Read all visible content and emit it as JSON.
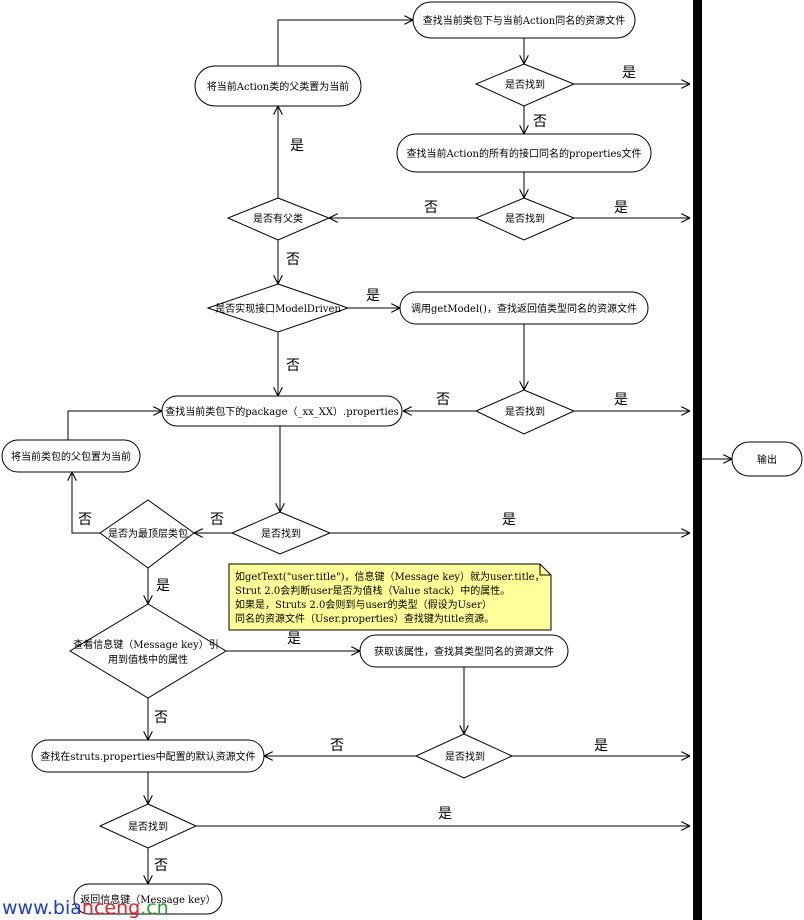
{
  "nodes": {
    "search_class_pkg": "查找当前类包下与当前Action同名的资源文件",
    "set_parent_class": "将当前Action类的父类置为当前",
    "found_1": "是否找到",
    "search_interfaces": "查找当前Action的所有的接口同名的properties文件",
    "found_2": "是否找到",
    "has_parent": "是否有父类",
    "model_driven": "是否实现接口ModelDriven",
    "get_model": "调用getModel()，查找返回值类型同名的资源文件",
    "found_3": "是否找到",
    "search_package": "查找当前类包下的package（_xx_XX）.properties",
    "set_parent_pkg": "将当前类包的父包置为当前",
    "output": "输出",
    "found_4": "是否找到",
    "is_top_pkg": "是否为最顶层类包",
    "valuestack_line1": "查看信息键（Message key）引",
    "valuestack_line2": "用到值栈中的属性",
    "get_attr": "获取该属性，查找其类型同名的资源文件",
    "found_5": "是否找到",
    "search_struts": "查找在struts.properties中配置的默认资源文件",
    "found_6": "是否找到",
    "return_key": "返回信息键（Message key）"
  },
  "labels": {
    "yes": "是",
    "no": "否"
  },
  "note": {
    "line1": "如getText(\"user.title\")，信息键（Message key）就为user.title，",
    "line2": "Strut 2.0会判断user是否为值栈（Value stack）中的属性。",
    "line3": "如果是，Struts 2.0会则到与user的类型（假设为User）",
    "line4": "同名的资源文件（User.properties）查找键为title资源。"
  },
  "watermark": {
    "prefix": "www.bia",
    "middle": "nceng",
    "suffix": ".cn"
  },
  "colors": {
    "note_fill": "#ffff99",
    "watermark_blue": "#1a3cd6",
    "watermark_red": "#e8202a",
    "watermark_green": "#2aa02a"
  }
}
